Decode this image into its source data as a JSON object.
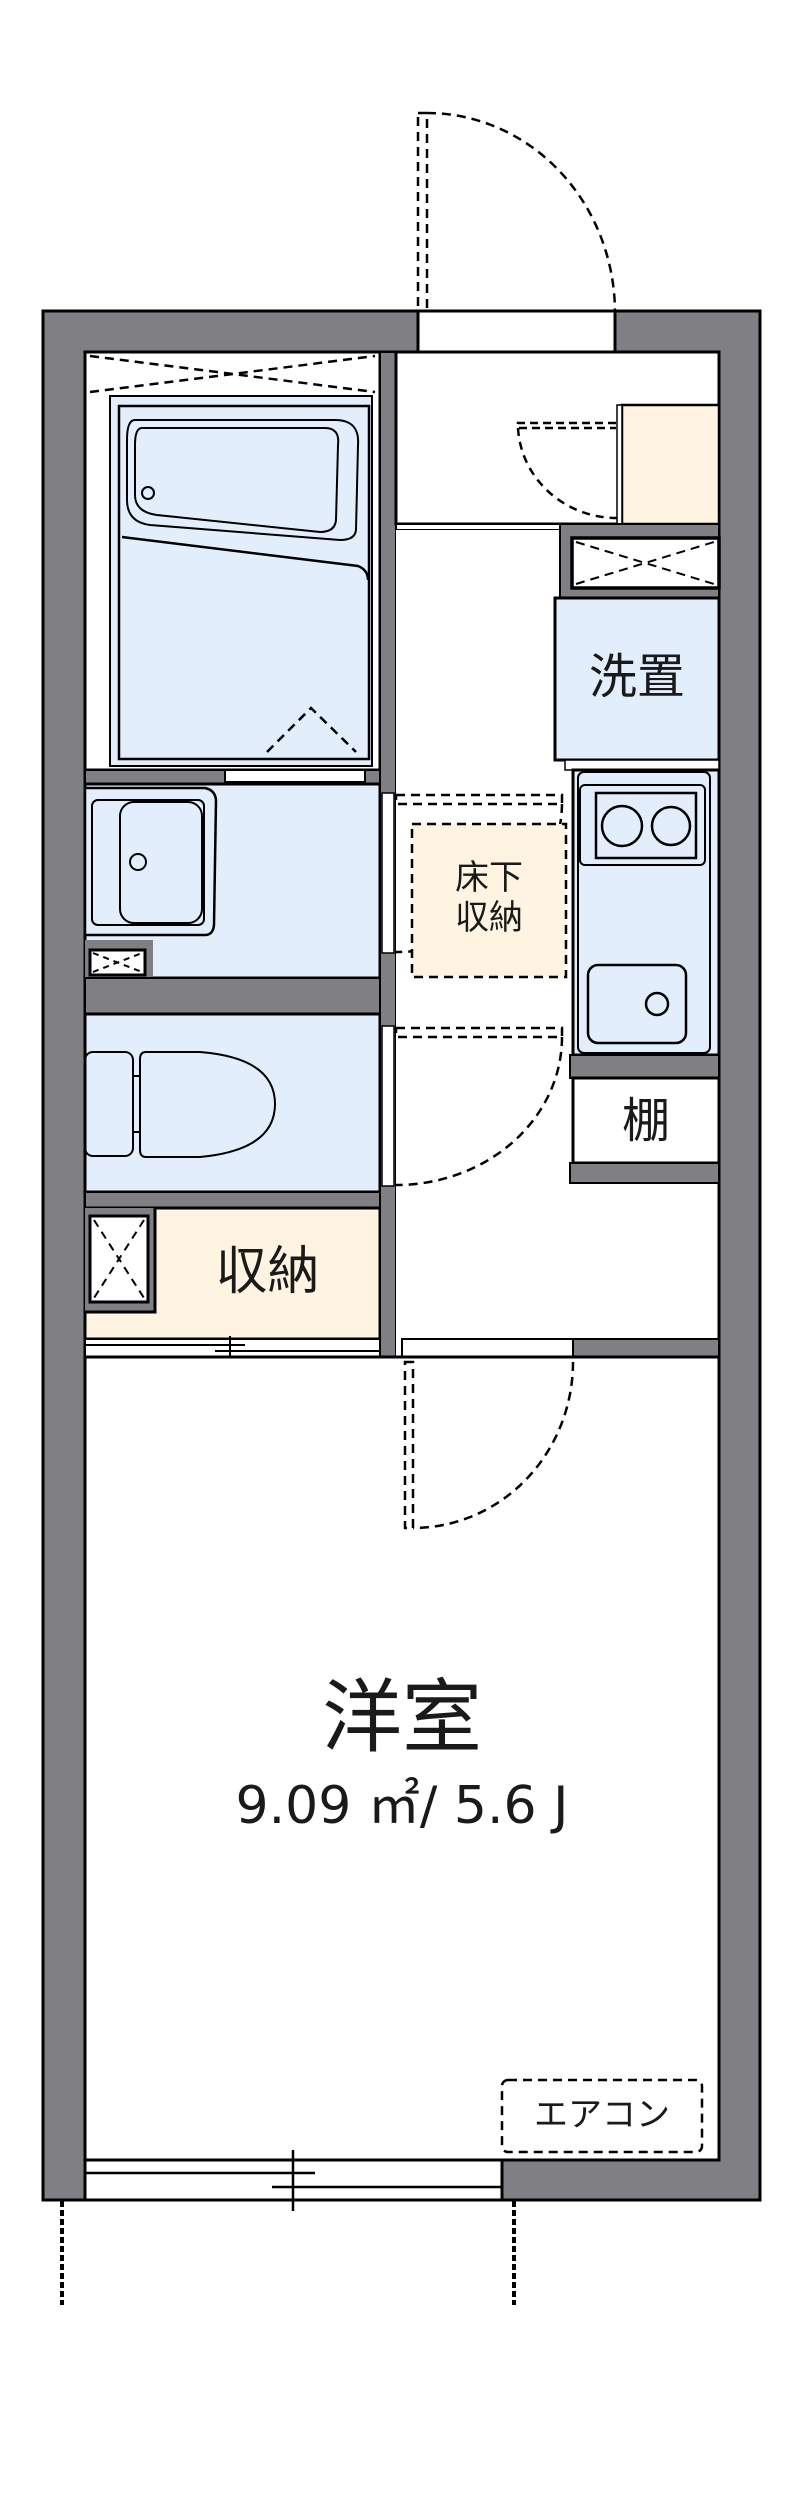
{
  "plan": {
    "colors": {
      "wall": "#808084",
      "outline": "#000000",
      "wet_area": "#e3eefc",
      "storage": "#fff4e1",
      "floor": "#ffffff"
    },
    "rooms": {
      "western_room": {
        "label": "洋室",
        "area": "9.09 ㎡/ 5.6 J"
      },
      "closet": {
        "label": "収納"
      },
      "underfloor_storage": {
        "label_line1": "床下",
        "label_line2": "収納"
      },
      "washer_space": {
        "label": "洗置"
      },
      "shelf": {
        "label": "棚"
      },
      "air_conditioner": {
        "label": "エアコン"
      }
    }
  }
}
